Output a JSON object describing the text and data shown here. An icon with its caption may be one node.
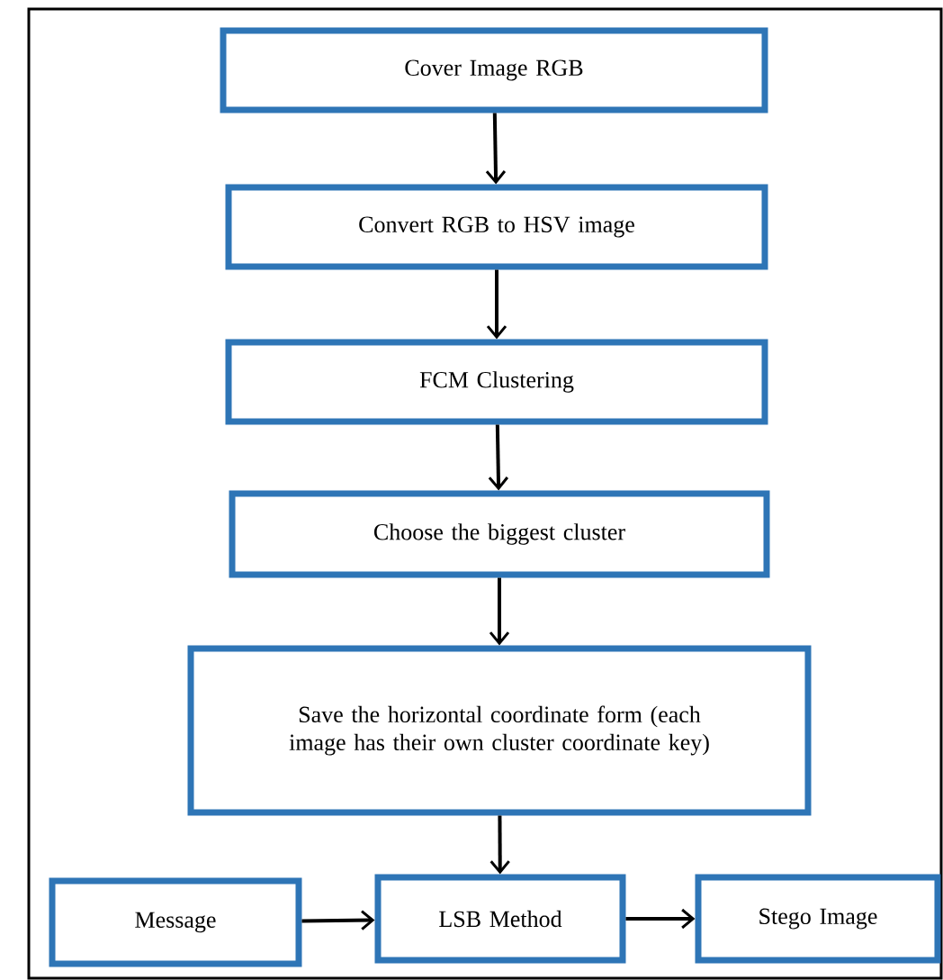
{
  "diagram": {
    "nodes": [
      {
        "text": [
          "Cover Image RGB"
        ]
      },
      {
        "text": [
          "Convert RGB to HSV image"
        ]
      },
      {
        "text": [
          "FCM Clustering"
        ]
      },
      {
        "text": [
          "Choose the biggest cluster"
        ]
      },
      {
        "text": [
          "Save the horizontal coordinate form (each image has their own cluster coordinate key)"
        ]
      },
      {
        "text": [
          "Message"
        ]
      },
      {
        "text": [
          "LSB Method"
        ]
      },
      {
        "text": [
          "Stego Image"
        ]
      }
    ],
    "edges": [
      {
        "from": 0,
        "to": 1,
        "arrow": "to"
      },
      {
        "from": 1,
        "to": 2,
        "arrow": "to"
      },
      {
        "from": 2,
        "to": 3,
        "arrow": "to"
      },
      {
        "from": 3,
        "to": 4,
        "arrow": "to"
      },
      {
        "from": 4,
        "to": 6,
        "arrow": "to"
      },
      {
        "from": 5,
        "to": 6,
        "arrow": "to"
      },
      {
        "from": 6,
        "to": 7,
        "arrow": "to"
      }
    ]
  }
}
